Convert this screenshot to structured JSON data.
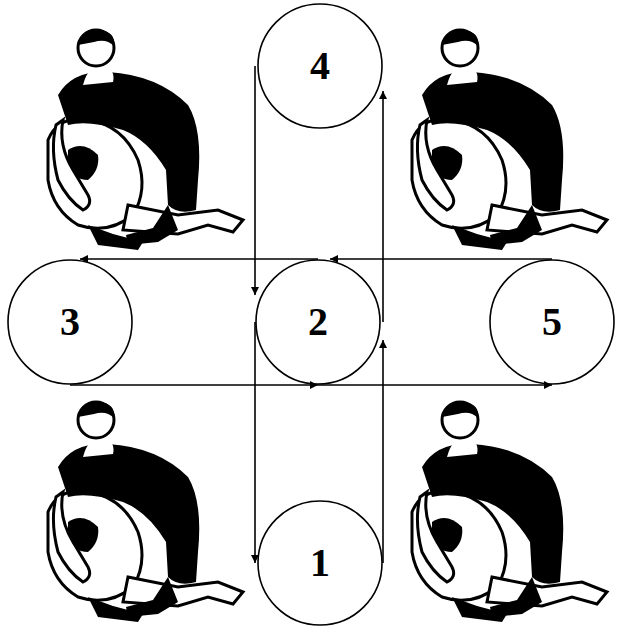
{
  "diagram": {
    "nodes": [
      {
        "text": [
          "4"
        ]
      },
      {
        "text": [
          "3"
        ]
      },
      {
        "text": [
          "2"
        ]
      },
      {
        "text": [
          "5"
        ]
      },
      {
        "text": [
          "1"
        ]
      }
    ],
    "edges": [
      {
        "from": 0,
        "to": 2,
        "arrow": "to"
      },
      {
        "from": 2,
        "to": 4,
        "arrow": "to"
      },
      {
        "from": 4,
        "to": 2,
        "arrow": "to"
      },
      {
        "from": 2,
        "to": 0,
        "arrow": "to"
      },
      {
        "from": 3,
        "to": 2,
        "arrow": "to"
      },
      {
        "from": 2,
        "to": 1,
        "arrow": "to"
      },
      {
        "from": 1,
        "to": 2,
        "arrow": "to"
      },
      {
        "from": 2,
        "to": 3,
        "arrow": "to"
      }
    ]
  }
}
